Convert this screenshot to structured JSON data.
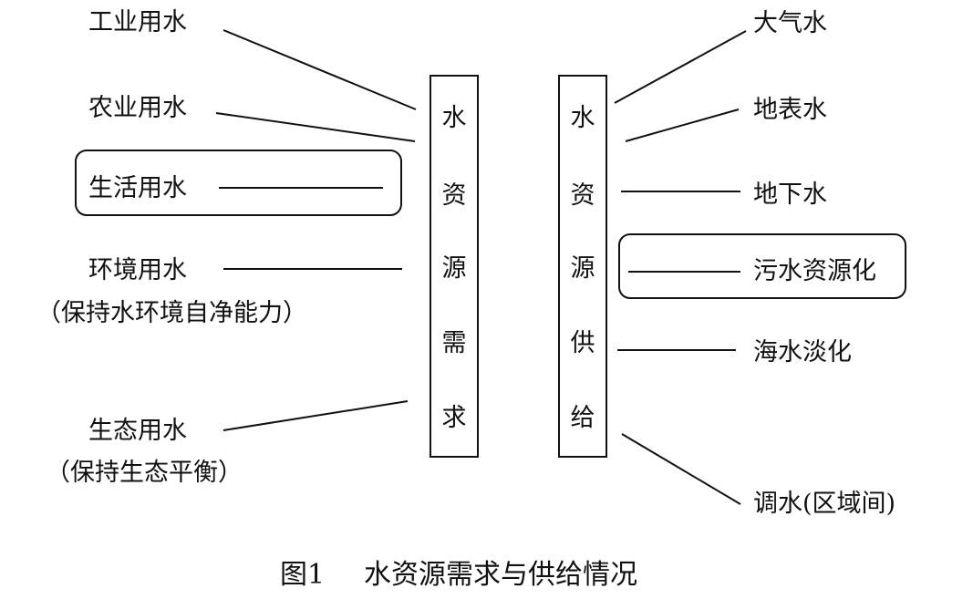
{
  "demand": {
    "box_chars": [
      "水",
      "资",
      "源",
      "需",
      "求"
    ],
    "items": [
      {
        "label": "工业用水",
        "note": "",
        "highlighted": false
      },
      {
        "label": "农业用水",
        "note": "",
        "highlighted": false
      },
      {
        "label": "生活用水",
        "note": "",
        "highlighted": true
      },
      {
        "label": "环境用水",
        "note": "（保持水环境自净能力）",
        "highlighted": false
      },
      {
        "label": "生态用水",
        "note": "（保持生态平衡）",
        "highlighted": false
      }
    ]
  },
  "supply": {
    "box_chars": [
      "水",
      "资",
      "源",
      "供",
      "给"
    ],
    "items": [
      {
        "label": "大气水",
        "highlighted": false
      },
      {
        "label": "地表水",
        "highlighted": false
      },
      {
        "label": "地下水",
        "highlighted": false
      },
      {
        "label": "污水资源化",
        "highlighted": true
      },
      {
        "label": "海水淡化",
        "highlighted": false
      },
      {
        "label": "调水(区域间)",
        "highlighted": false
      }
    ]
  },
  "caption": {
    "number": "图1",
    "text": "水资源需求与供给情况"
  }
}
